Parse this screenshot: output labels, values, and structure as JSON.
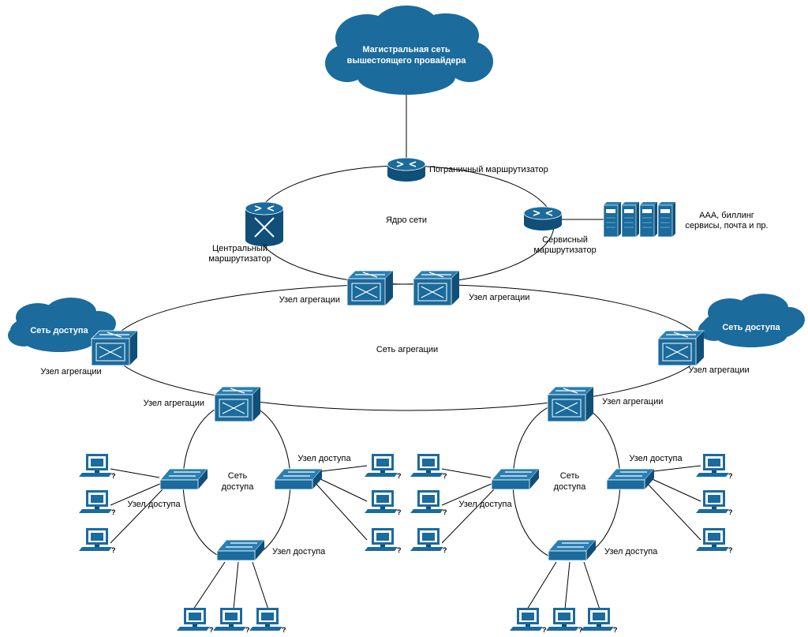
{
  "clouds": {
    "provider": [
      "Магистральная сеть",
      "вышестоящего провайдера"
    ],
    "access_left": "Сеть доступа",
    "access_right": "Сеть доступа"
  },
  "core": {
    "title": "Ядро сети",
    "edge_router": "Пограничный маршрутизатор",
    "central_router": [
      "Центральный",
      "маршрутизатор"
    ],
    "service_router": [
      "Сервисный",
      "маршрутизатор"
    ],
    "services": [
      "AAA, биллинг",
      "сервисы, почта и пр."
    ]
  },
  "aggregation": {
    "title": "Сеть агрегации",
    "node_label": "Узел агрегации"
  },
  "access": {
    "ring_title": [
      "Сеть",
      "доступа"
    ],
    "node_label": "Узел доступа"
  },
  "colors": {
    "device": "#1b6b9c",
    "device_dark": "#0f4f78",
    "line": "#000000"
  },
  "icons": {
    "router": "router-icon",
    "core_router": "core-router-icon",
    "switch": "switch-icon",
    "workgroup_switch": "workgroup-switch-icon",
    "workstation": "workstation-icon",
    "server_rack": "server-rack-icon",
    "cloud": "cloud-icon"
  }
}
